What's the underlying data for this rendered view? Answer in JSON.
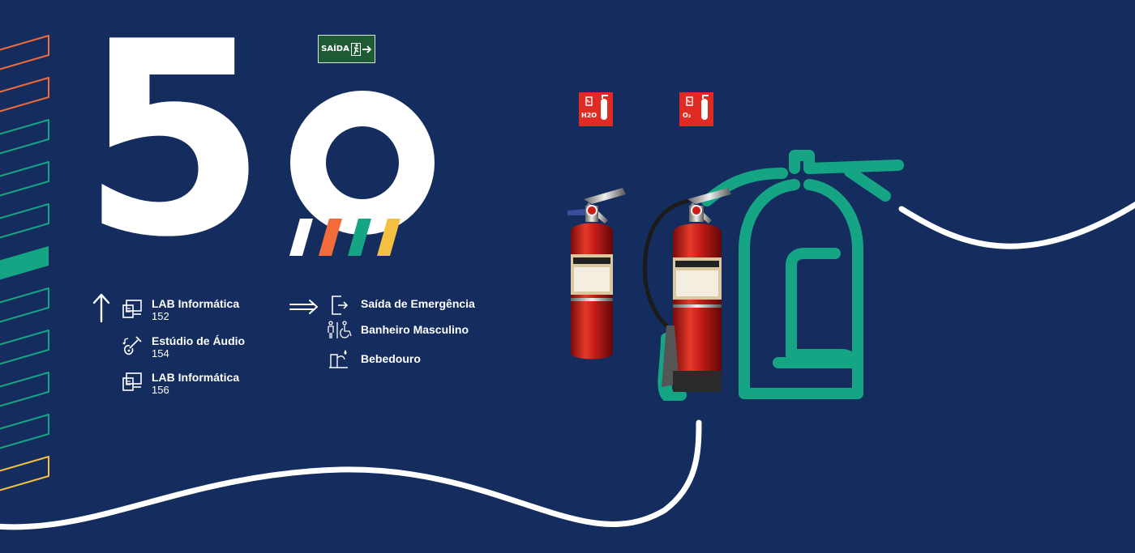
{
  "floor": {
    "number": "5",
    "ordinal_label": "º"
  },
  "exit_sign": {
    "text": "SAÍDA",
    "icon": "running-man-arrow-icon"
  },
  "directions": {
    "up": {
      "arrow": "up-arrow-icon",
      "items": [
        {
          "name": "LAB Informática",
          "number": "152",
          "icon": "computer-icon"
        },
        {
          "name": "Estúdio de Áudio",
          "number": "154",
          "icon": "guitar-music-icon"
        },
        {
          "name": "LAB Informática",
          "number": "156",
          "icon": "computer-icon"
        }
      ]
    },
    "right": {
      "arrow": "right-arrow-icon",
      "items": [
        {
          "name": "Saída de Emergência",
          "icon": "exit-door-icon"
        },
        {
          "name": "Banheiro Masculino",
          "icon": "restroom-accessible-icon"
        },
        {
          "name": "Bebedouro",
          "icon": "water-fountain-icon"
        }
      ]
    }
  },
  "extinguishers": [
    {
      "sign_label": "H2O",
      "type": "water"
    },
    {
      "sign_label": "O₂",
      "type": "co2"
    }
  ],
  "colors": {
    "background": "#142d5e",
    "white": "#ffffff",
    "orange": "#f26b3a",
    "green": "#16a584",
    "yellow": "#f4c042",
    "red": "#e02b24",
    "exit_green": "#1d5b34"
  }
}
